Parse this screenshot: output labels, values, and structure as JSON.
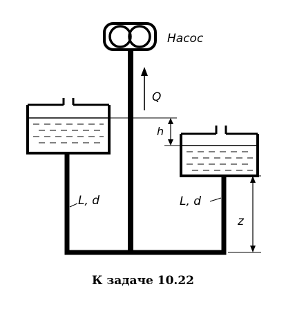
{
  "labels": {
    "pump": "Насос",
    "flow": "Q",
    "head_difference": "h",
    "pipe_left": "L, d",
    "pipe_right": "L, d",
    "height": "z"
  },
  "caption": "К задаче 10.22",
  "colors": {
    "ink": "#000000",
    "background": "#ffffff"
  }
}
